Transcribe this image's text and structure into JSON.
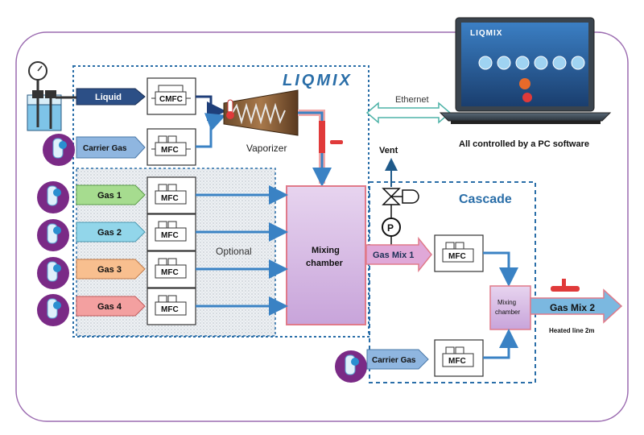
{
  "brand": "LIQMIX",
  "screen_brand": "LIQMIX",
  "liquid_label": "Liquid",
  "cmfc_label": "CMFC",
  "carrier_gas_label": "Carrier Gas",
  "mfc_label": "MFC",
  "vaporizer_label": "Vaporizer",
  "ethernet_label": "Ethernet",
  "pc_caption": "All controlled by a PC software",
  "vent_label": "Vent",
  "pump_label": "P",
  "cascade_label": "Cascade",
  "gases": [
    "Gas 1",
    "Gas 2",
    "Gas 3",
    "Gas 4"
  ],
  "optional_label": "Optional",
  "mixing_chamber": [
    "Mixing",
    "chamber"
  ],
  "gas_mix1_label": "Gas Mix 1",
  "small_mixing_chamber": [
    "Mixing",
    "chamber"
  ],
  "gas_mix2_label": "Gas Mix 2",
  "heated_line_label": "Heated line 2m",
  "cascade_carrier_label": "Carrier Gas",
  "colors": {
    "outer_border": "#9b6bb0",
    "dashed_blue": "#2a6ea8",
    "pipe_blue": "#3a82c4",
    "liquid_pipe": "#1f3f7a",
    "gas1": "#8fd07a",
    "gas2": "#7ecfe6",
    "gas3": "#f6b07a",
    "gas4": "#f08a8a",
    "carrier": "#8fb6e0",
    "mixing_fill": "#d9c0e6",
    "heater_red": "#e03a3a",
    "cylinder_purple": "#7a2a86"
  }
}
